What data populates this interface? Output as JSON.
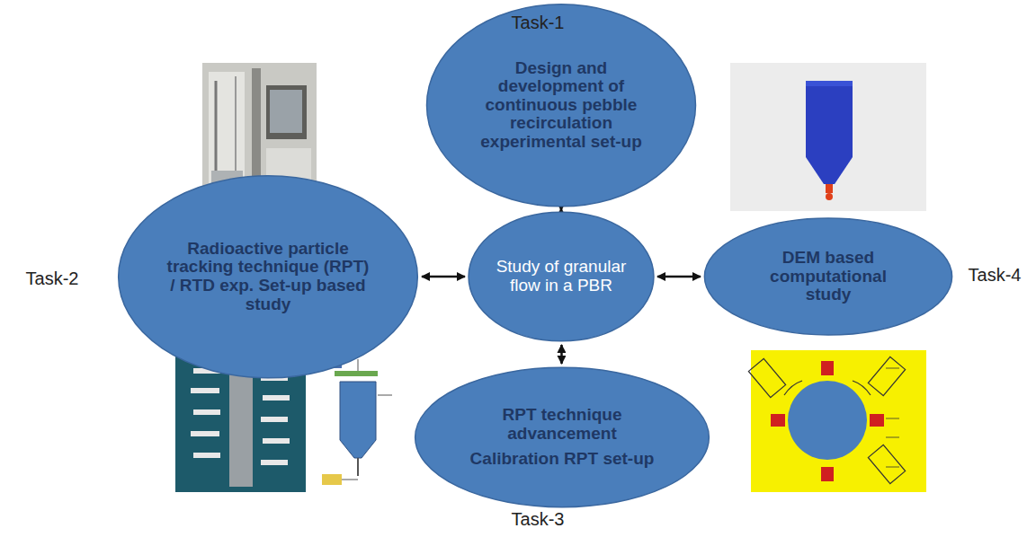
{
  "diagram": {
    "nodes": [
      {
        "text": [
          "Design and development of continuous pebble recirculation experimental set-up"
        ]
      },
      {
        "text": [
          "Radioactive particle tracking technique (RPT) / RTD exp. Set-up based study"
        ]
      },
      {
        "text": [
          "Study of granular flow in a PBR"
        ]
      },
      {
        "text": [
          "DEM based computational study"
        ]
      },
      {
        "text": [
          "RPT technique advancement",
          "Calibration RPT set-up"
        ]
      }
    ],
    "edges": [
      {
        "from": 2,
        "to": 0,
        "arrow": "both"
      },
      {
        "from": 2,
        "to": 1,
        "arrow": "both"
      },
      {
        "from": 2,
        "to": 3,
        "arrow": "both"
      },
      {
        "from": 2,
        "to": 4,
        "arrow": "both"
      }
    ],
    "labels": [
      "Task-1",
      "Task-2",
      "Task-3",
      "Task-4"
    ]
  }
}
